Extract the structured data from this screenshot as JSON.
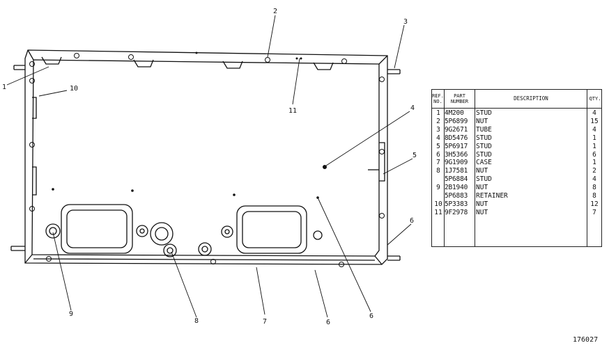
{
  "figure_number": "176027",
  "callouts": [
    "1",
    "2",
    "3",
    "4",
    "5",
    "6",
    "6",
    "6",
    "7",
    "8",
    "9",
    "10",
    "11"
  ],
  "table": {
    "headers": {
      "ref": "REF. NO.",
      "part": "PART NUMBER",
      "desc": "DESCRIPTION",
      "qty": "QTY."
    },
    "rows": [
      {
        "ref": "1",
        "part": "4M200",
        "desc": "STUD",
        "qty": "4"
      },
      {
        "ref": "2",
        "part": "5P6899",
        "desc": "NUT",
        "qty": "15"
      },
      {
        "ref": "3",
        "part": "9G2671",
        "desc": "TUBE",
        "qty": "4"
      },
      {
        "ref": "4",
        "part": "8D5476",
        "desc": "STUD",
        "qty": "1"
      },
      {
        "ref": "5",
        "part": "5P6917",
        "desc": "STUD",
        "qty": "1"
      },
      {
        "ref": "6",
        "part": "3H5366",
        "desc": "STUD",
        "qty": "6"
      },
      {
        "ref": "7",
        "part": "9G1909",
        "desc": "CASE",
        "qty": "1"
      },
      {
        "ref": "8",
        "part": "1J7581",
        "desc": "NUT",
        "qty": "2"
      },
      {
        "ref": "",
        "part": "5P6884",
        "desc": "STUD",
        "qty": "4"
      },
      {
        "ref": "9",
        "part": "2B1940",
        "desc": "NUT",
        "qty": "8"
      },
      {
        "ref": "",
        "part": "5P6883",
        "desc": "RETAINER",
        "qty": "8"
      },
      {
        "ref": "10",
        "part": "5P3383",
        "desc": "NUT",
        "qty": "12"
      },
      {
        "ref": "11",
        "part": "9F2978",
        "desc": "NUT",
        "qty": "7"
      }
    ]
  }
}
